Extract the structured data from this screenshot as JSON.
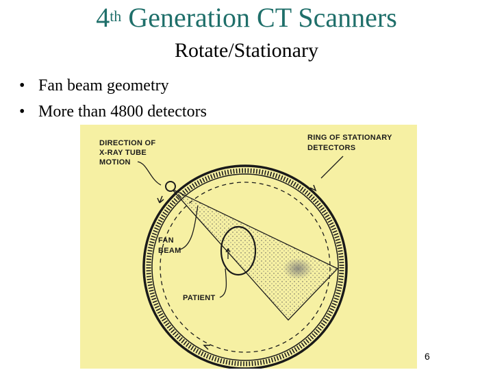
{
  "slide": {
    "title_num": "4",
    "title_sup": "th",
    "title_rest": " Generation CT Scanners",
    "subtitle": "Rotate/Stationary",
    "bullets": [
      "Fan beam geometry",
      "More than 4800 detectors"
    ],
    "bullet_glyph": "•",
    "page_number": "6"
  },
  "diagram": {
    "labels": {
      "direction_line1": "DIRECTION OF",
      "direction_line2": "X-RAY TUBE",
      "direction_line3": "MOTION",
      "ring_line1": "RING OF STATIONARY",
      "ring_line2": "DETECTORS",
      "fan_line1": "FAN",
      "fan_line2": "BEAM",
      "patient": "PATIENT"
    },
    "colors": {
      "background": "#f6f0a3",
      "line": "#1a1a1a",
      "title": "#1f6f6a"
    }
  }
}
